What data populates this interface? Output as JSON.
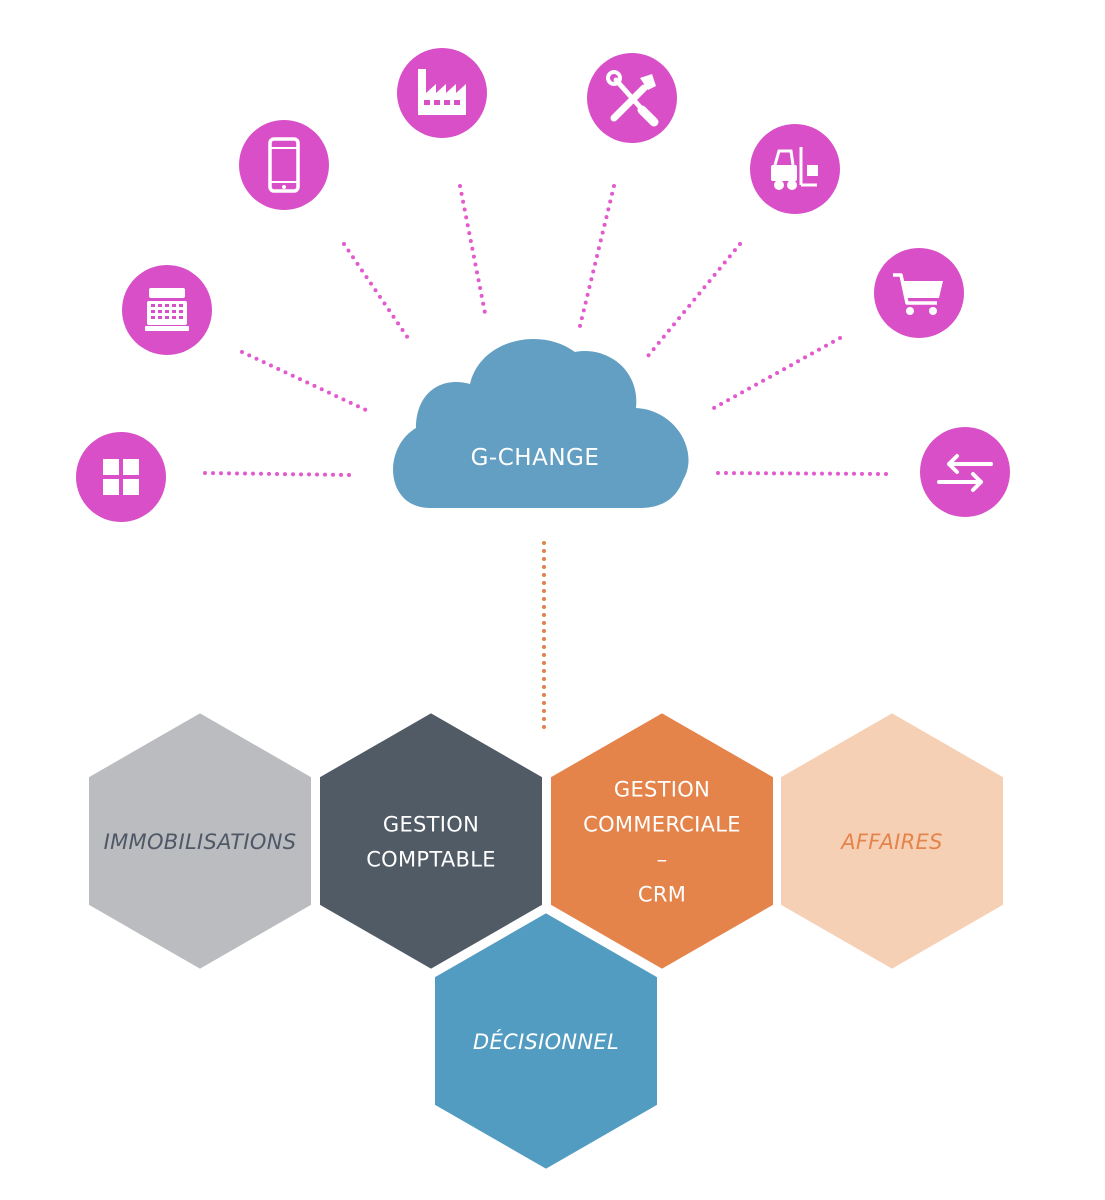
{
  "cloud": {
    "label": "G-CHANGE",
    "color": "#639fc2"
  },
  "colors": {
    "icon_circle": "#d84fc7",
    "connector_magenta": "#e25acd",
    "connector_orange": "#e0824a",
    "icon_glyph": "#ffffff"
  },
  "icons": [
    {
      "name": "windows-grid-icon"
    },
    {
      "name": "cash-register-icon"
    },
    {
      "name": "smartphone-icon"
    },
    {
      "name": "factory-icon"
    },
    {
      "name": "tools-icon"
    },
    {
      "name": "forklift-icon"
    },
    {
      "name": "shopping-cart-icon"
    },
    {
      "name": "exchange-arrows-icon"
    }
  ],
  "modules": [
    {
      "name": "hex-immobilisations",
      "lines": [
        "IMMOBILISATIONS"
      ],
      "italic": true,
      "fill": "#bbbcc0",
      "text_color": "#4f5866"
    },
    {
      "name": "hex-gestion-comptable",
      "lines": [
        "GESTION",
        "COMPTABLE"
      ],
      "italic": false,
      "fill": "#505b66",
      "text_color": "#ffffff"
    },
    {
      "name": "hex-gestion-commerciale-crm",
      "lines": [
        "GESTION",
        "COMMERCIALE",
        "–",
        "CRM"
      ],
      "italic": false,
      "fill": "#e5844a",
      "text_color": "#ffffff"
    },
    {
      "name": "hex-affaires",
      "lines": [
        "AFFAIRES"
      ],
      "italic": true,
      "fill": "#f6d0b5",
      "text_color": "#e5844a"
    },
    {
      "name": "hex-decisionnel",
      "lines": [
        "DÉCISIONNEL"
      ],
      "italic": true,
      "fill": "#539cc1",
      "text_color": "#ffffff"
    }
  ]
}
